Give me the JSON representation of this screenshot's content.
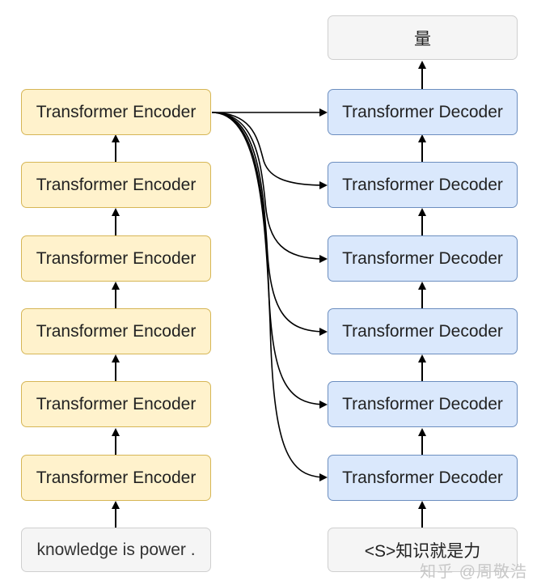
{
  "encoder": {
    "label": "Transformer Encoder",
    "input": "knowledge is power ."
  },
  "decoder": {
    "label": "Transformer Decoder",
    "input": "<S>知识就是力",
    "output": "量"
  },
  "watermark": "知乎 @周敬浩",
  "colors": {
    "encoder_fill": "#fff2cc",
    "encoder_stroke": "#d6b656",
    "decoder_fill": "#dae8fc",
    "decoder_stroke": "#6c8ebf",
    "io_fill": "#f5f5f5",
    "arrow": "#000000"
  }
}
